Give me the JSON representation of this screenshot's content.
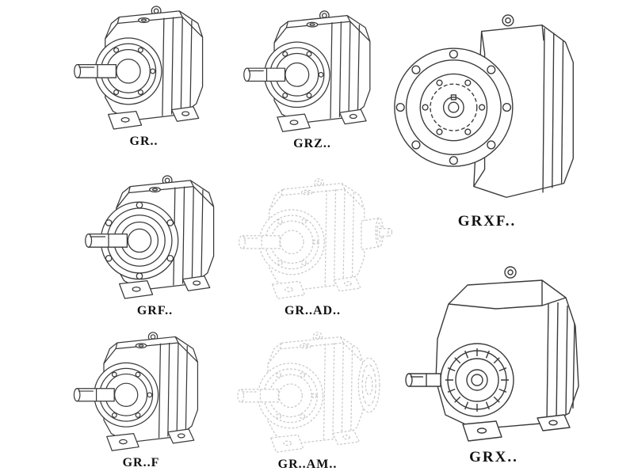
{
  "figures": {
    "gr": {
      "label": "GR.."
    },
    "grz": {
      "label": "GRZ.."
    },
    "grxf": {
      "label": "GRXF.."
    },
    "grf": {
      "label": "GRF.."
    },
    "gr_ad": {
      "label": "GR..AD.."
    },
    "grx": {
      "label": "GRX.."
    },
    "gr_f": {
      "label": "GR..F"
    },
    "gr_am": {
      "label": "GR..AM.."
    }
  },
  "colors": {
    "line": "#3a3a3a",
    "phantom": "#c9c9c9",
    "background": "#ffffff",
    "label_text": "#111111"
  }
}
